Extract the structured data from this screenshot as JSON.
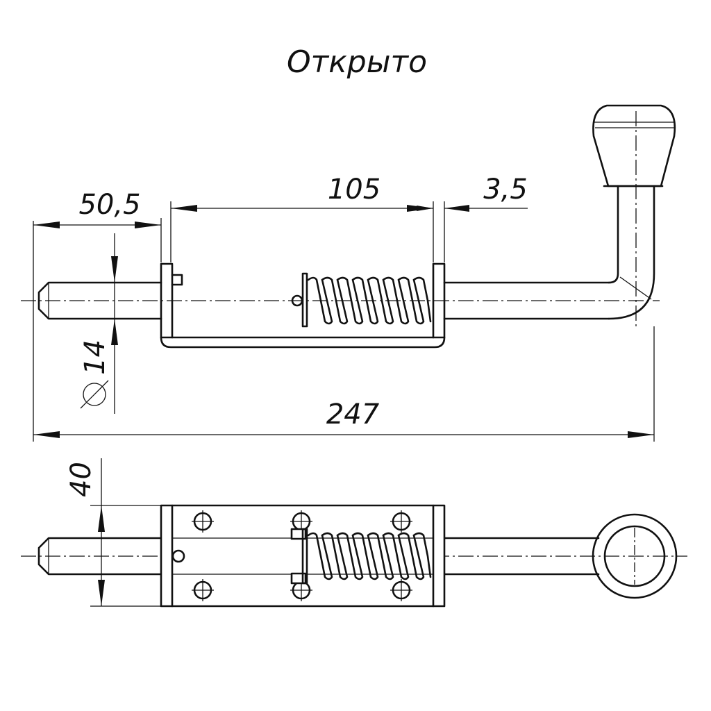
{
  "title": "Открыто",
  "dimensions": {
    "overhang": "50,5",
    "spring_length": "105",
    "clearance": "3,5",
    "diameter": "14",
    "overall_length": "247",
    "width": "40"
  },
  "symbols": {
    "diameter": "Ø"
  }
}
